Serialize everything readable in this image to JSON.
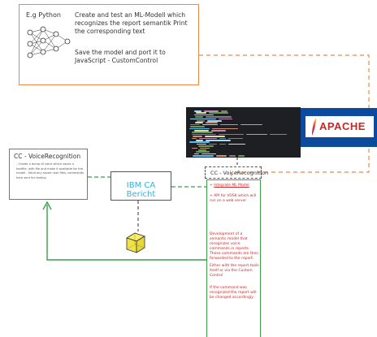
{
  "top_box": {
    "tag": "E.g Python",
    "line1": "Create and test an ML-Modell which recognizes the report semantik Print the corresponding text",
    "line2": "Save the model and port it to JavaScript - CustomControl"
  },
  "apache": {
    "label": "APACHE"
  },
  "left_box": {
    "title": "CC - VoiceRecognition",
    "small": "- Create a dump of voice which saves a textfile, with file and make it available for the model - Send any saved user files, commands here sent for testing"
  },
  "ibm_box": {
    "label": "IBM CA Bericht"
  },
  "cc_box": {
    "title": "CC - VoiceRecognition",
    "item1_prefix": "+ ",
    "item1_link": "Integrate ML Model",
    "item2": "+ API for VOSK which will run on a web server",
    "para1": "Development of a semantic model that recognizes voice commands in reports. These commands are then forwarded to the report.",
    "para2": "Either with the report tools itself or via the Custom Control",
    "para3": "If the command was recognized the report will be changed accordingly"
  },
  "colors": {
    "orange": "#e8894a",
    "green": "#3a9e4a",
    "cyan": "#3ab0d8",
    "apache_blue": "#0b4a9c",
    "apache_red": "#c62828"
  },
  "icons": {
    "network": "neural-network-icon",
    "cube": "cube-icon",
    "feather": "apache-feather-icon"
  }
}
